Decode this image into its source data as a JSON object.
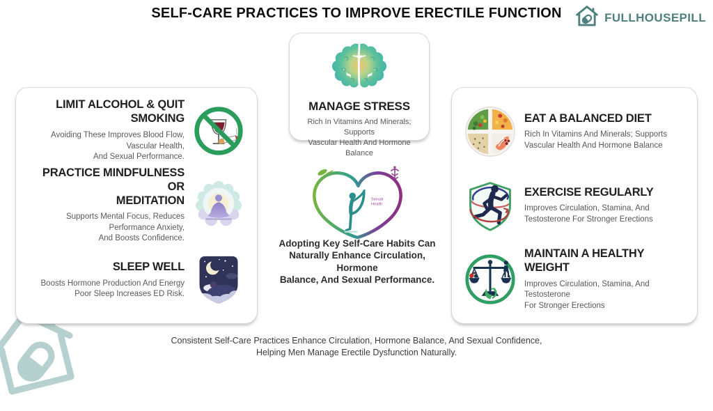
{
  "header": {
    "title": "SELF-CARE PRACTICES TO IMPROVE ERECTILE FUNCTION",
    "brand": {
      "name": "FULLHOUSEPILL",
      "icon": "house-pill-icon",
      "color": "#4e807e"
    }
  },
  "left_card": {
    "items": [
      {
        "icon": "no-alcohol-smoking-icon",
        "title": "LIMIT ALCOHOL & QUIT SMOKING",
        "description": "Avoiding These Improves Blood Flow, Vascular Health,\nAnd Sexual Performance."
      },
      {
        "icon": "mindfulness-meditation-icon",
        "title": "PRACTICE MINDFULNESS OR\nMEDITATION",
        "description": "Supports Mental Focus, Reduces Performance Anxiety,\nAnd Boosts Confidence."
      },
      {
        "icon": "sleep-night-icon",
        "title": "SLEEP WELL",
        "description": "Boosts Hormone Production And Energy\nPoor Sleep Increases ED Risk."
      }
    ]
  },
  "center": {
    "stress_card": {
      "icon": "brain-icon",
      "title": "MANAGE STRESS",
      "description": "Rich In Vitamins And Minerals; Supports\nVascular Health And Hormone Balance"
    },
    "heart_illustration": {
      "icon": "heart-yoga-icon",
      "label_line1": "Sexual",
      "label_line2": "Health"
    },
    "message": "Adopting Key Self-Care Habits Can\nNaturally Enhance Circulation, Hormone\nBalance, And Sexual Performance."
  },
  "right_card": {
    "items": [
      {
        "icon": "balanced-diet-plate-icon",
        "title": "EAT A BALANCED DIET",
        "description": "Rich In Vitamins And Minerals; Supports\nVascular Health And Hormone Balance"
      },
      {
        "icon": "exercise-runner-icon",
        "title": "EXERCISE REGULARLY",
        "description": "Improves Circulation, Stamina, And\nTestosterone For Stronger Erections"
      },
      {
        "icon": "balance-scale-icon",
        "title": "MAINTAIN A HEALTHY WEIGHT",
        "description": "Improves Circulation, Stamina, And Testosterone\nFor Stronger Erections"
      }
    ]
  },
  "footer": {
    "line1": "Consistent Self-Care Practices Enhance Circulation, Hormone Balance, And Sexual Confidence,",
    "line2": "Helping Men Manage Erectile Dysfunction Naturally."
  },
  "colors": {
    "brand_teal": "#4e807e",
    "watermark_teal": "#b3cecd",
    "prohibition_green": "#2a9d5c",
    "shield_green": "#3f9e63",
    "heart_green": "#76b43e",
    "heart_purple": "#8e3c8e",
    "navy": "#1e2a4d",
    "card_border": "#d9d9d9"
  }
}
